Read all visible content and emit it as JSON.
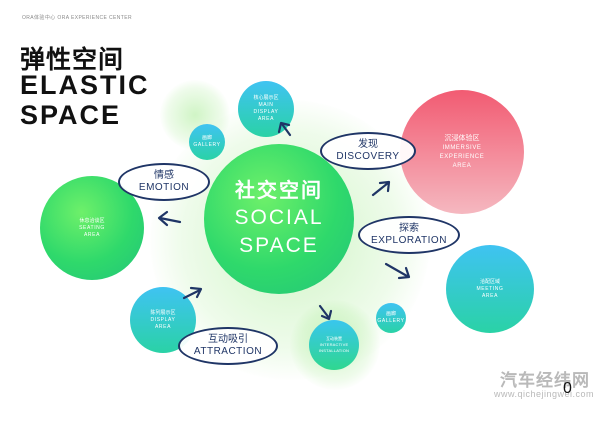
{
  "header": {
    "text": "ORA体验中心  ORA EXPERIENCE CENTER"
  },
  "title": {
    "cn": "弹性空间",
    "en_line1": "ELASTIC",
    "en_line2": "SPACE"
  },
  "center": {
    "cn": "社交空间",
    "en_line1": "SOCIAL",
    "en_line2": "SPACE"
  },
  "zones": {
    "seating": {
      "cn": "休息洽谈区",
      "en_line1": "SEATING",
      "en_line2": "AREA"
    },
    "gallery_top": {
      "cn": "画廊",
      "en": "GALLERY"
    },
    "main_display": {
      "cn": "核心展示区",
      "en_line1": "MAIN",
      "en_line2": "DISPLAY",
      "en_line3": "AREA"
    },
    "immersive": {
      "cn": "沉浸体验区",
      "en_line1": "IMMERSIVE",
      "en_line2": "EXPERIENCE",
      "en_line3": "AREA"
    },
    "meeting": {
      "cn": "洽配区域",
      "en_line1": "MEETING",
      "en_line2": "AREA"
    },
    "gallery_bottom": {
      "cn": "画廊",
      "en": "GALLERY"
    },
    "interactive": {
      "cn": "互动装置",
      "en_line1": "INTERACTIVE",
      "en_line2": "INSTALLATION"
    },
    "display": {
      "cn": "陈列展示区",
      "en_line1": "DISPLAY",
      "en_line2": "AREA"
    }
  },
  "tags": {
    "emotion": {
      "cn": "情感",
      "en": "EMOTION"
    },
    "discovery": {
      "cn": "发现",
      "en": "DISCOVERY"
    },
    "exploration": {
      "cn": "探索",
      "en": "EXPLORATION"
    },
    "attraction": {
      "cn": "互动吸引",
      "en": "ATTRACTION"
    }
  },
  "watermark": {
    "cn": "汽车经纬网",
    "en": "www.qichejingwei.com"
  },
  "page_number": "0"
}
